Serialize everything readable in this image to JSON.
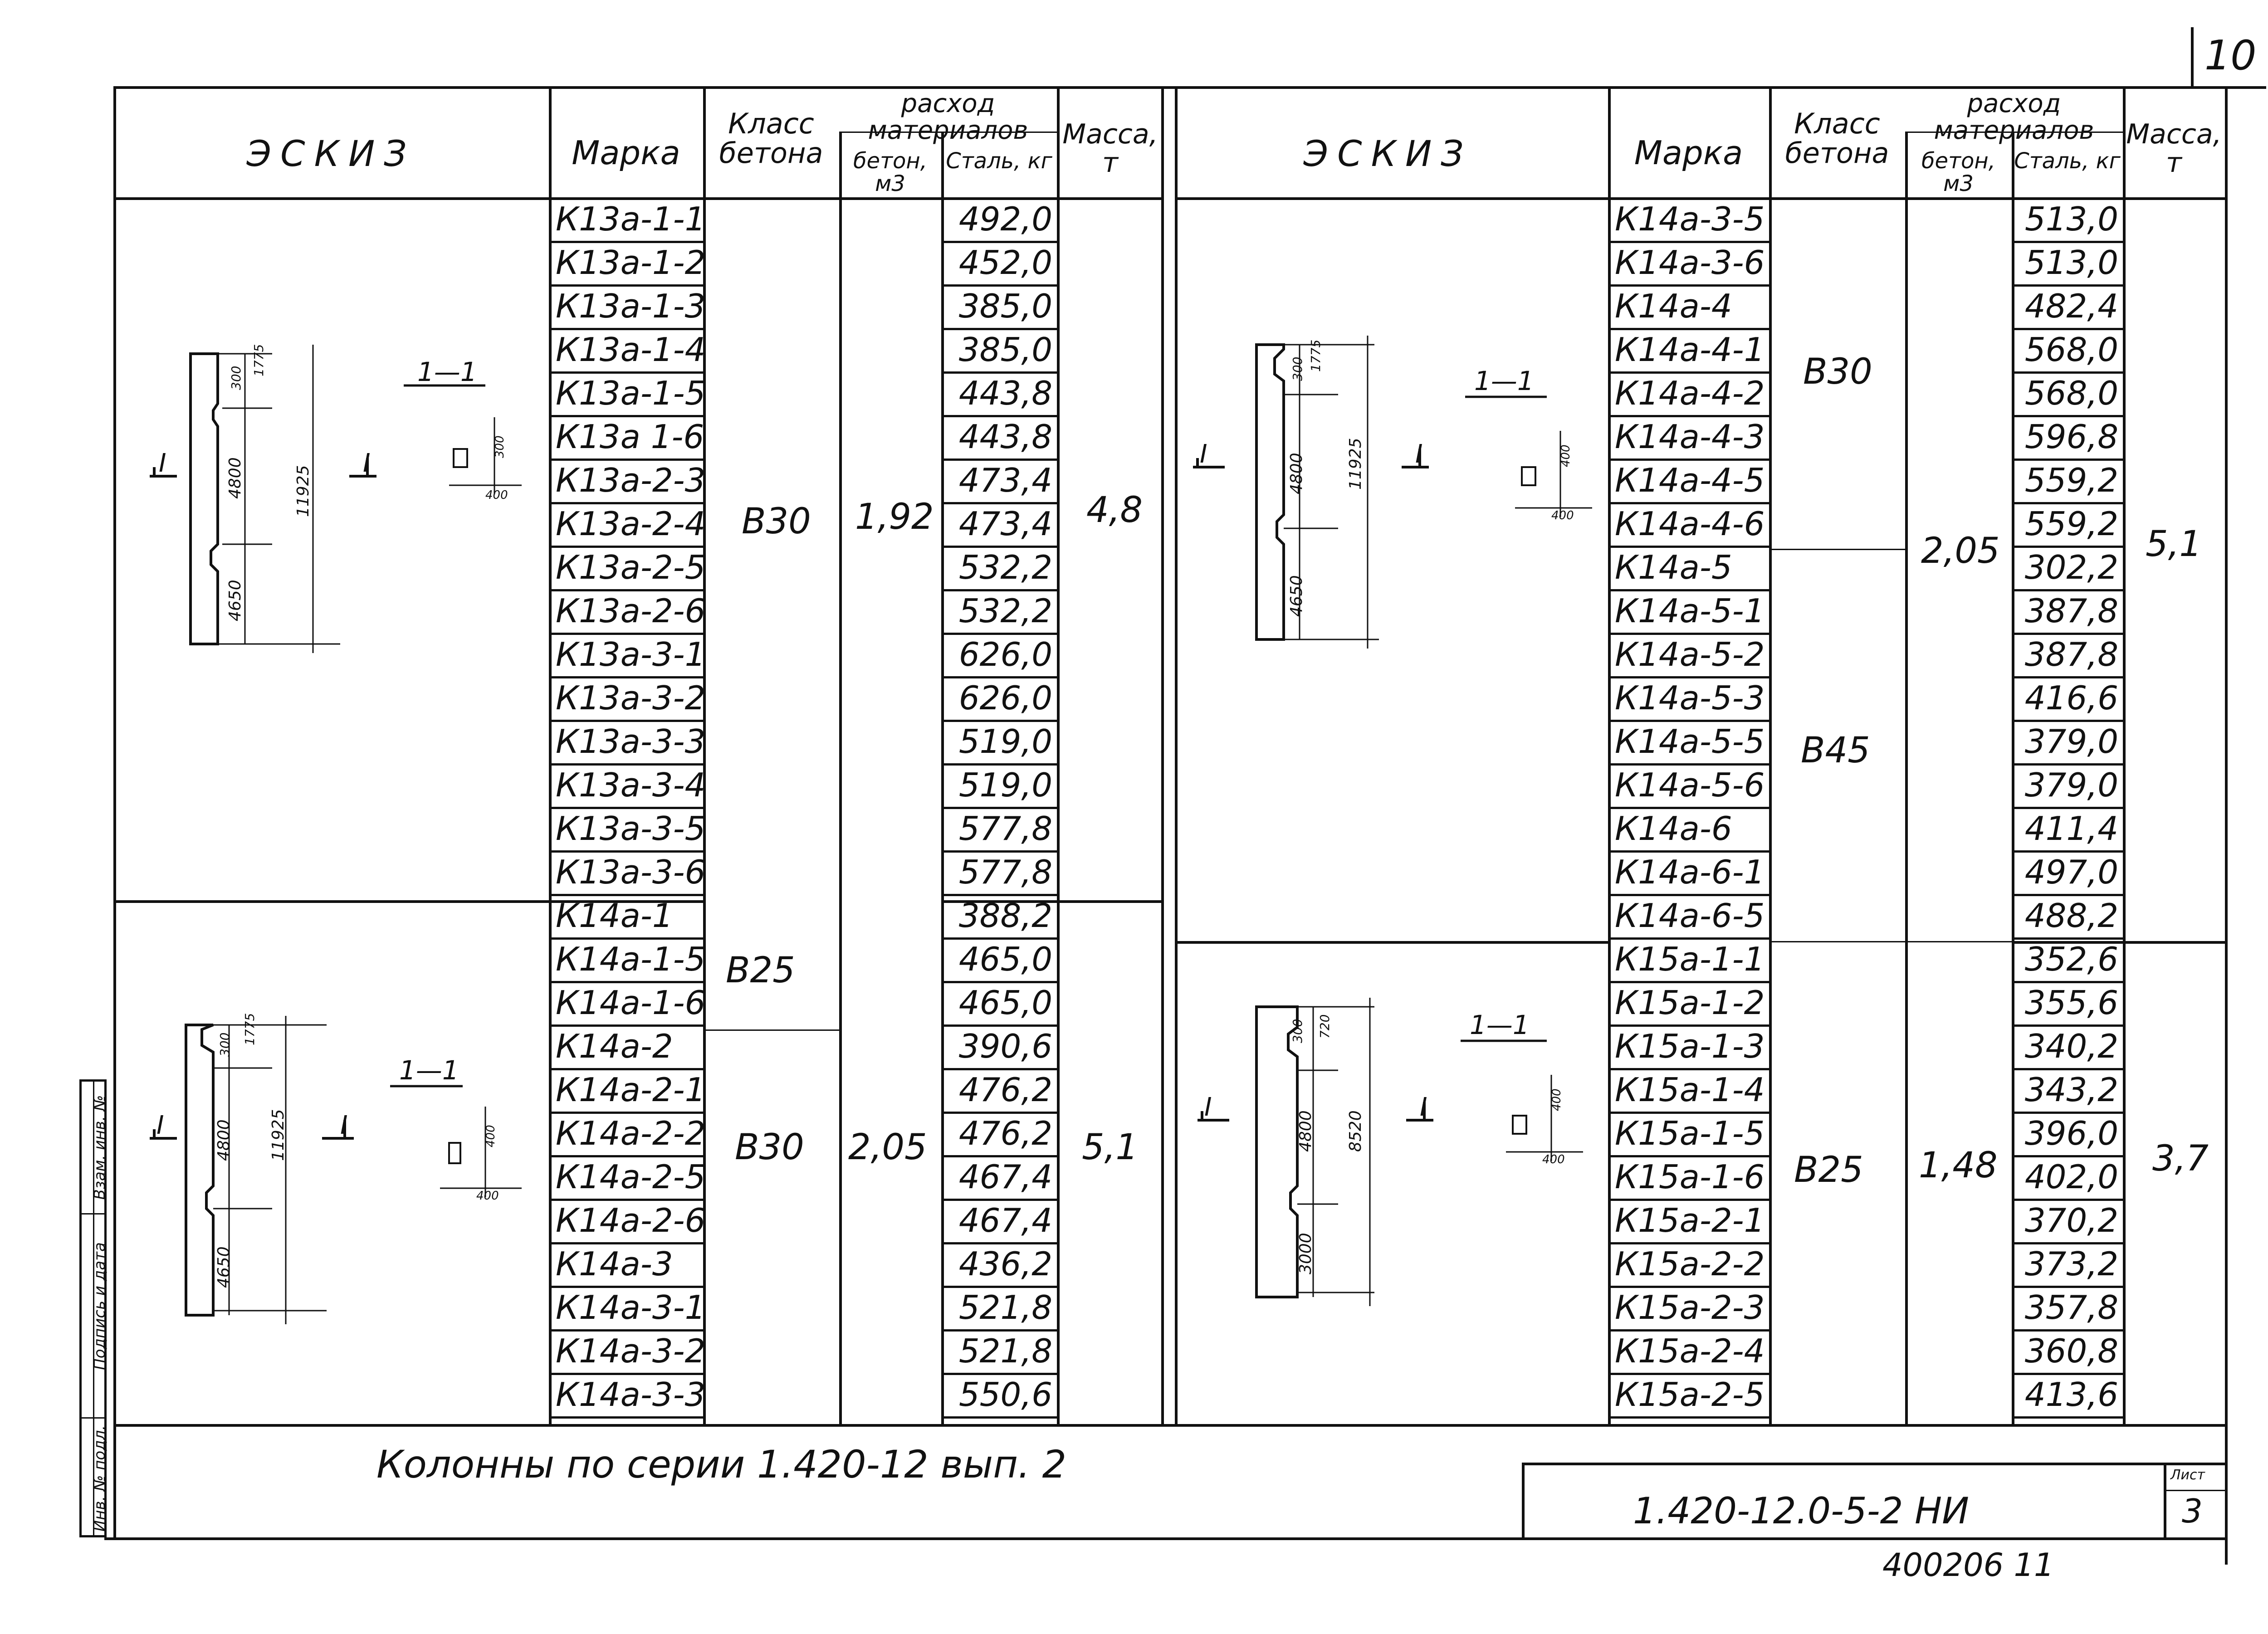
{
  "page_number": "10",
  "header": {
    "sketch": "ЭСКИЗ",
    "mark": "Марка",
    "concrete_class": "Класс бетона",
    "consumption": "расход материалов",
    "concrete_m3": "бетон, м3",
    "steel_kg": "Сталь, кг",
    "mass": "Масса, т"
  },
  "left_table": {
    "group1": {
      "section": "1—1",
      "section_marks": [
        "I",
        "I"
      ],
      "dims": [
        "300",
        "1775",
        "4800",
        "11925",
        "4650",
        "300",
        "400"
      ],
      "concrete_class": "В30",
      "concrete_volume": "1,92",
      "mass": "4,8",
      "rows": [
        {
          "mark": "К13а-1-1",
          "steel": "492,0"
        },
        {
          "mark": "К13а-1-2",
          "steel": "452,0"
        },
        {
          "mark": "К13а-1-3",
          "steel": "385,0"
        },
        {
          "mark": "К13а-1-4",
          "steel": "385,0"
        },
        {
          "mark": "К13а-1-5",
          "steel": "443,8"
        },
        {
          "mark": "К13а 1-6",
          "steel": "443,8"
        },
        {
          "mark": "К13а-2-3",
          "steel": "473,4"
        },
        {
          "mark": "К13а-2-4",
          "steel": "473,4"
        },
        {
          "mark": "К13а-2-5",
          "steel": "532,2"
        },
        {
          "mark": "К13а-2-6",
          "steel": "532,2"
        },
        {
          "mark": "К13а-3-1",
          "steel": "626,0"
        },
        {
          "mark": "К13а-3-2",
          "steel": "626,0"
        },
        {
          "mark": "К13а-3-3",
          "steel": "519,0"
        },
        {
          "mark": "К13а-3-4",
          "steel": "519,0"
        },
        {
          "mark": "К13а-3-5",
          "steel": "577,8"
        },
        {
          "mark": "К13а-3-6",
          "steel": "577,8"
        }
      ]
    },
    "group2": {
      "section": "1—1",
      "section_marks": [
        "I",
        "I"
      ],
      "dims": [
        "300",
        "1775",
        "4800",
        "11925",
        "4650",
        "400",
        "400"
      ],
      "concrete_class_a": "В25",
      "concrete_class_b": "В30",
      "concrete_volume": "2,05",
      "mass": "5,1",
      "rows": [
        {
          "mark": "К14а-1",
          "steel": "388,2"
        },
        {
          "mark": "К14а-1-5",
          "steel": "465,0"
        },
        {
          "mark": "К14а-1-6",
          "steel": "465,0"
        },
        {
          "mark": "К14а-2",
          "steel": "390,6"
        },
        {
          "mark": "К14а-2-1",
          "steel": "476,2"
        },
        {
          "mark": "К14а-2-2",
          "steel": "476,2"
        },
        {
          "mark": "К14а-2-5",
          "steel": "467,4"
        },
        {
          "mark": "К14а-2-6",
          "steel": "467,4"
        },
        {
          "mark": "К14а-3",
          "steel": "436,2"
        },
        {
          "mark": "К14а-3-1",
          "steel": "521,8"
        },
        {
          "mark": "К14а-3-2",
          "steel": "521,8"
        },
        {
          "mark": "К14а-3-3",
          "steel": "550,6"
        }
      ]
    }
  },
  "right_table": {
    "group1": {
      "section": "1—1",
      "section_marks": [
        "I",
        "I"
      ],
      "dims": [
        "300",
        "1775",
        "4800",
        "11925",
        "4650",
        "400",
        "400"
      ],
      "concrete_class_a": "В30",
      "concrete_class_b": "В45",
      "concrete_volume": "2,05",
      "mass": "5,1",
      "rows": [
        {
          "mark": "К14а-3-5",
          "steel": "513,0"
        },
        {
          "mark": "К14а-3-6",
          "steel": "513,0"
        },
        {
          "mark": "К14а-4",
          "steel": "482,4"
        },
        {
          "mark": "К14а-4-1",
          "steel": "568,0"
        },
        {
          "mark": "К14а-4-2",
          "steel": "568,0"
        },
        {
          "mark": "К14а-4-3",
          "steel": "596,8"
        },
        {
          "mark": "К14а-4-5",
          "steel": "559,2"
        },
        {
          "mark": "К14а-4-6",
          "steel": "559,2"
        },
        {
          "mark": "К14а-5",
          "steel": "302,2"
        },
        {
          "mark": "К14а-5-1",
          "steel": "387,8"
        },
        {
          "mark": "К14а-5-2",
          "steel": "387,8"
        },
        {
          "mark": "К14а-5-3",
          "steel": "416,6"
        },
        {
          "mark": "К14а-5-5",
          "steel": "379,0"
        },
        {
          "mark": "К14а-5-6",
          "steel": "379,0"
        },
        {
          "mark": "К14а-6",
          "steel": "411,4"
        },
        {
          "mark": "К14а-6-1",
          "steel": "497,0"
        },
        {
          "mark": "К14а-6-5",
          "steel": "488,2"
        }
      ]
    },
    "group2": {
      "section": "1—1",
      "section_marks": [
        "I",
        "I"
      ],
      "dims": [
        "300",
        "720",
        "4800",
        "8520",
        "3000",
        "400",
        "400"
      ],
      "concrete_class": "В25",
      "concrete_volume": "1,48",
      "mass": "3,7",
      "rows": [
        {
          "mark": "К15а-1-1",
          "steel": "352,6"
        },
        {
          "mark": "К15а-1-2",
          "steel": "355,6"
        },
        {
          "mark": "К15а-1-3",
          "steel": "340,2"
        },
        {
          "mark": "К15а-1-4",
          "steel": "343,2"
        },
        {
          "mark": "К15а-1-5",
          "steel": "396,0"
        },
        {
          "mark": "К15а-1-6",
          "steel": "402,0"
        },
        {
          "mark": "К15а-2-1",
          "steel": "370,2"
        },
        {
          "mark": "К15а-2-2",
          "steel": "373,2"
        },
        {
          "mark": "К15а-2-3",
          "steel": "357,8"
        },
        {
          "mark": "К15а-2-4",
          "steel": "360,8"
        },
        {
          "mark": "К15а-2-5",
          "steel": "413,6"
        }
      ]
    }
  },
  "footer": {
    "caption": "Колонны по серии 1.420-12 вып. 2",
    "designation": "1.420-12.0-5-2 НИ",
    "sheet_label": "Лист",
    "sheet_number": "3",
    "archive_number": "400206 11"
  },
  "side_stamp": [
    "Инв. № подл.",
    "Подпись и дата",
    "Взам. инв. №"
  ]
}
